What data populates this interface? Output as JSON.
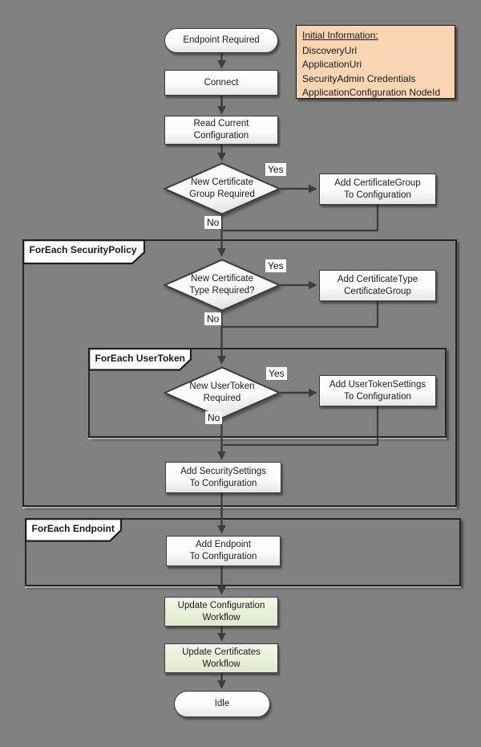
{
  "colors": {
    "background": "#818181",
    "node_fill": "#fdfdfd",
    "node_border": "#3c3c3c",
    "workflow_node_fill": "#e9efdb",
    "note_fill": "#f9d5b3",
    "note_border": "#141414",
    "container_border": "#262626",
    "connector": "#3d3d3d",
    "text": "#1b1b1b"
  },
  "branch": {
    "yes": "Yes",
    "no": "No"
  },
  "note": {
    "title": "Initial Information:",
    "lines": [
      "DiscoveryUrl",
      "ApplicationUri",
      "SecurityAdmin Credentials",
      "ApplicationConfiguration NodeId"
    ]
  },
  "containers": {
    "security_policy": "ForEach SecurityPolicy",
    "user_token": "ForEach UserToken",
    "endpoint": "ForEach Endpoint"
  },
  "nodes": {
    "start": "Endpoint Required",
    "connect": "Connect",
    "read_current": "Read Current\nConfiguration",
    "new_cert_group": "New Certificate\nGroup Required",
    "add_cert_group": "Add CertificateGroup\nTo Configuration",
    "new_cert_type": "New Certificate\nType Required?",
    "add_cert_type": "Add CertificateType\nCertificateGroup",
    "new_user_token": "New UserToken\nRequired",
    "add_user_token": "Add UserTokenSettings\nTo Configuration",
    "add_security": "Add SecuritySettings\nTo Configuration",
    "add_endpoint": "Add Endpoint\nTo Configuration",
    "update_config": "Update Configuration\nWorkflow",
    "update_certs": "Update Certificates\nWorkflow",
    "idle": "Idle"
  }
}
